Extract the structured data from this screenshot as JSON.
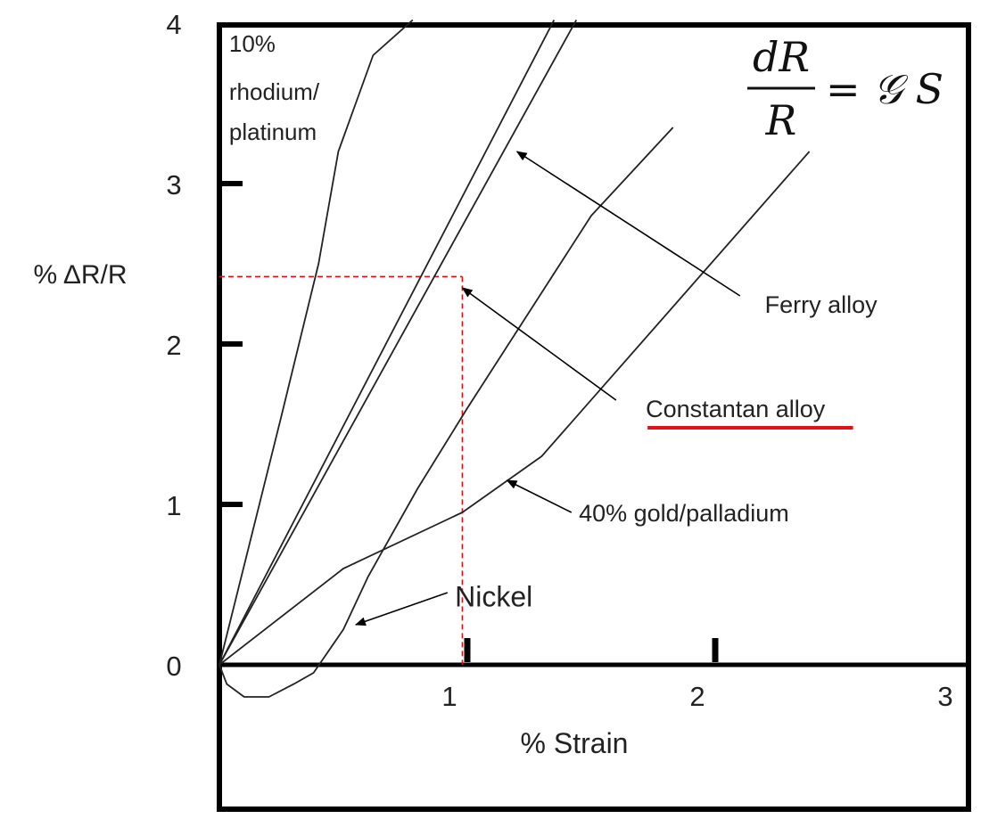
{
  "chart_data": {
    "type": "line",
    "xlabel": "% Strain",
    "ylabel": "% ΔR/R",
    "xlim": [
      0,
      3.0
    ],
    "ylim": [
      -0.9,
      4.0
    ],
    "x_ticks": [
      {
        "value": 1,
        "label": "1"
      },
      {
        "value": 2,
        "label": "2"
      },
      {
        "value": 3,
        "label": "3"
      }
    ],
    "y_ticks": [
      {
        "value": 0,
        "label": "0"
      },
      {
        "value": 1,
        "label": "1"
      },
      {
        "value": 2,
        "label": "2"
      },
      {
        "value": 3,
        "label": "3"
      },
      {
        "value": 4,
        "label": "4"
      }
    ],
    "equation": {
      "numerator": "dR",
      "denominator": "R",
      "rhs": "= 𝒢 S"
    },
    "series": [
      {
        "name": "10% rhodium/platinum",
        "points": [
          [
            0,
            0
          ],
          [
            0.25,
            1.55
          ],
          [
            0.4,
            2.5
          ],
          [
            0.48,
            3.2
          ],
          [
            0.55,
            3.5
          ],
          [
            0.62,
            3.8
          ],
          [
            0.78,
            4.02
          ]
        ]
      },
      {
        "name": "Ferry alloy",
        "points": [
          [
            0,
            0
          ],
          [
            1.44,
            4.02
          ]
        ]
      },
      {
        "name": "Constantan alloy",
        "points": [
          [
            0,
            0
          ],
          [
            1.35,
            4.02
          ]
        ]
      },
      {
        "name": "Nickel",
        "points": [
          [
            0,
            0
          ],
          [
            0.03,
            -0.12
          ],
          [
            0.1,
            -0.2
          ],
          [
            0.2,
            -0.2
          ],
          [
            0.3,
            -0.12
          ],
          [
            0.38,
            -0.05
          ],
          [
            0.5,
            0.22
          ],
          [
            0.6,
            0.55
          ],
          [
            0.8,
            1.1
          ],
          [
            1.0,
            1.6
          ],
          [
            1.5,
            2.8
          ],
          [
            1.83,
            3.35
          ]
        ]
      },
      {
        "name": "40% gold/palladium",
        "points": [
          [
            0,
            0
          ],
          [
            0.5,
            0.6
          ],
          [
            0.98,
            0.95
          ],
          [
            1.3,
            1.3
          ],
          [
            2.38,
            3.2
          ]
        ]
      }
    ],
    "annotations": [
      {
        "text": "10%",
        "target": [
          0.05,
          3.9
        ]
      },
      {
        "text": "rhodium/",
        "target": [
          0.05,
          3.6
        ]
      },
      {
        "text": "platinum",
        "target": [
          0.05,
          3.35
        ]
      },
      {
        "text": "Ferry alloy",
        "label_at": [
          2.2,
          2.25
        ],
        "arrow_from": [
          2.1,
          2.3
        ],
        "arrow_to": [
          1.2,
          3.2
        ]
      },
      {
        "text": "Constantan alloy",
        "label_at": [
          1.72,
          1.6
        ],
        "arrow_from": [
          1.6,
          1.65
        ],
        "arrow_to": [
          0.98,
          2.35
        ]
      },
      {
        "text": "40% gold/palladium",
        "label_at": [
          1.45,
          0.95
        ],
        "arrow_from": [
          1.42,
          0.95
        ],
        "arrow_to": [
          1.16,
          1.15
        ]
      },
      {
        "text": "Nickel",
        "label_at": [
          0.95,
          0.42
        ],
        "arrow_from": [
          0.92,
          0.45
        ],
        "arrow_to": [
          0.55,
          0.25
        ]
      }
    ],
    "reference_lines": {
      "x": 0.98,
      "y": 2.42,
      "color": "#d0141a",
      "style": "dashed"
    },
    "highlight": {
      "label": "Constantan alloy",
      "underline_color": "#e0131a"
    },
    "grid": false,
    "legend": "none"
  }
}
